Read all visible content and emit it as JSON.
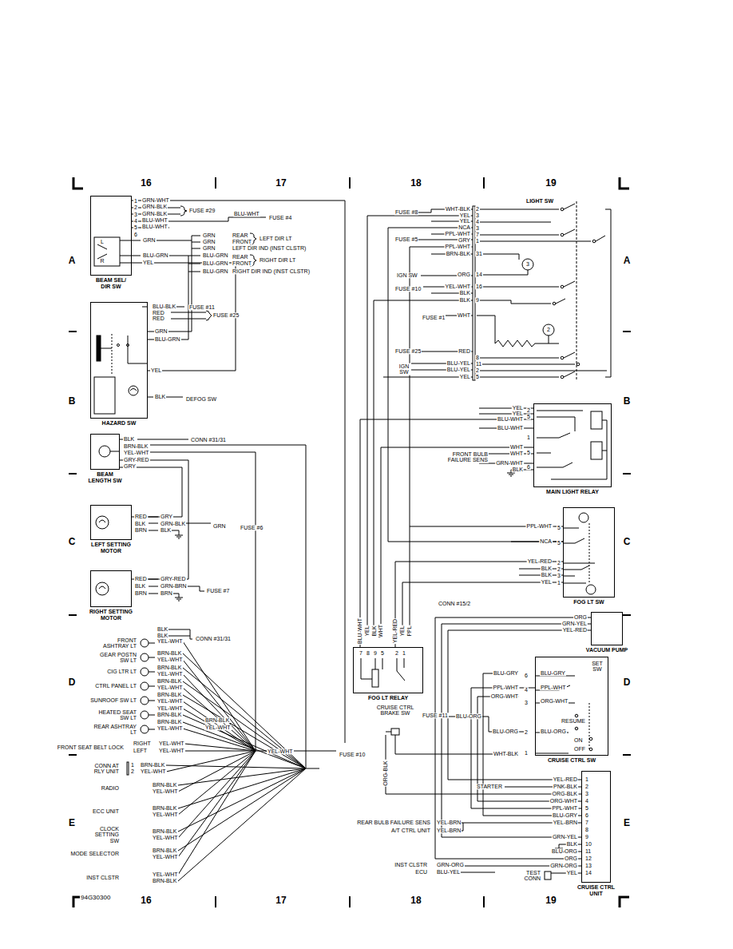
{
  "diagram": {
    "nodes": [
      {
        "text": [
          "BEAM SEL/ DIR SW"
        ]
      },
      {
        "text": [
          "HAZARD SW"
        ]
      },
      {
        "text": [
          "BEAM LENGTH SW"
        ]
      },
      {
        "text": [
          "LEFT SETTING MOTOR"
        ]
      },
      {
        "text": [
          "RIGHT SETTING MOTOR"
        ]
      },
      {
        "text": [
          "MAIN LIGHT RELAY"
        ]
      },
      {
        "text": [
          "FOG LT SW"
        ]
      },
      {
        "text": [
          "FOG LT RELAY"
        ]
      },
      {
        "text": [
          "VACUUM PUMP"
        ]
      },
      {
        "text": [
          "CRUISE CTRL SW"
        ]
      },
      {
        "text": [
          "CRUISE CTRL UNIT"
        ]
      }
    ],
    "edges": [
      {
        "from": 0,
        "to": 1,
        "arrow": "none"
      },
      {
        "from": 2,
        "to": 3,
        "arrow": "none"
      },
      {
        "from": 2,
        "to": 4,
        "arrow": "none"
      },
      {
        "from": 5,
        "to": 7,
        "arrow": "none"
      },
      {
        "from": 6,
        "to": 7,
        "arrow": "none"
      },
      {
        "from": 8,
        "to": 10,
        "arrow": "none"
      },
      {
        "from": 9,
        "to": 10,
        "arrow": "none"
      }
    ],
    "labels": [
      "16",
      "17",
      "18",
      "19",
      "16",
      "17",
      "18",
      "19",
      "94G30300",
      "A",
      "B",
      "C",
      "D",
      "E",
      "A",
      "B",
      "C",
      "D",
      "E",
      "1",
      "2",
      "3",
      "4",
      "5",
      "6",
      "GRN-WHT",
      "GRN-BLK",
      "GRN-BLK",
      "BLU-WHT",
      "BLU-WHT",
      "FUSE #29",
      "BLU-WHT",
      "FUSE #4",
      "GRN",
      "BLU-GRN",
      "YEL",
      "L",
      "R",
      "GRN",
      "GRN",
      "GRN",
      "BLU-GRN",
      "BLU-GRN",
      "BLU-GRN",
      "REAR",
      "FRONT",
      "LEFT DIR LT",
      "LEFT DIR IND (INST CLSTR)",
      "REAR",
      "FRONT",
      "RIGHT DIR LT",
      "RIGHT DIR IND (INST CLSTR)",
      "BLU-BLK",
      "RED",
      "RED",
      "FUSE #11",
      "FUSE #25",
      "GRN",
      "BLU-GRN",
      "YEL",
      "BLK",
      "DEFOG SW",
      "BLK",
      "BRN-BLK",
      "YEL-WHT",
      "GRY-RED",
      "GRY",
      "CONN #31/31",
      "RED",
      "BLK",
      "BRN",
      "GRY",
      "GRN-BLK",
      "BLK",
      "GRN",
      "FUSE #6",
      "RED",
      "BLK",
      "BRN",
      "GRY-RED",
      "GRN-BRN",
      "BRN",
      "FUSE #7",
      "FRONT ASHTRAY LT",
      "GEAR POSTN SW LT",
      "CIG LTR LT",
      "CTRL PANEL LT",
      "SUNROOF SW LT",
      "HEATED SEAT SW LT",
      "REAR ASHTRAY LT",
      "BLK",
      "BLK",
      "YEL-WHT",
      "CONN #31/31",
      "BRN-BLK",
      "YEL-WHT",
      "BRN-BLK",
      "YEL-WHT",
      "BRN-BLK",
      "YEL-WHT",
      "BRN-BLK",
      "YEL-WHT",
      "YEL-WHT",
      "BRN-BLK",
      "BRN-BLK",
      "YEL-WHT",
      "BRN-BLK",
      "YEL-WHT",
      "FRONT SEAT BELT LOCK",
      "RIGHT",
      "LEFT",
      "YEL-WHT",
      "YEL-WHT",
      "CONN AT RLY UNIT",
      "1",
      "2",
      "BRN-BLK",
      "YEL-WHT",
      "RADIO",
      "BRN-BLK",
      "YEL-WHT",
      "ECC UNIT",
      "BRN-BLK",
      "YEL-WHT",
      "CLOCK SETTING SW",
      "BRN-BLK",
      "YEL-WHT",
      "MODE SELECTOR",
      "BRN-BLK",
      "YEL-WHT",
      "INST CLSTR",
      "YEL-WHT",
      "BRN-BLK",
      "YEL-WHT",
      "FUSE #10",
      "LIGHT SW",
      "FUSE #8",
      "FUSE #5",
      "IGN SW",
      "FUSE #10",
      "FUSE #1",
      "FUSE #25",
      "IGN SW",
      "WHT-BLK",
      "YEL",
      "YEL",
      "NCA",
      "PPL-WHT",
      "GRY",
      "PPL-WHT",
      "BRN-BLK",
      "ORG",
      "YEL-WHT",
      "BLK",
      "BLK",
      "WHT",
      "RED",
      "BLU-YEL",
      "BLU-YEL",
      "YEL",
      "2",
      "3",
      "4",
      "3",
      "7",
      "1",
      "31",
      "14",
      "16",
      "9",
      "8",
      "11",
      "2",
      "5",
      "3",
      "2",
      "YEL",
      "YEL",
      "BLU-WHT",
      "BLU-WHT",
      "WHT",
      "WHT",
      "GRN-WHT",
      "BLK",
      "2",
      "5",
      "1",
      "5",
      "6",
      "FRONT BULB FAILURE SENS",
      "PPL-WHT",
      "NCA",
      "YEL-RED",
      "BLK",
      "BLK",
      "YEL",
      "5",
      "5",
      "2",
      "2",
      "3",
      "1",
      "BLU-WHT",
      "YEL",
      "BLK",
      "WHT",
      "YEL-RED",
      "YEL",
      "PPL",
      "7",
      "8",
      "9",
      "5",
      "2",
      "1",
      "CONN #15/2",
      "ORG",
      "GRN-YEL",
      "YEL-RED",
      "SET SW",
      "BLU-GRY",
      "PPL-WHT",
      "ORG-WHT",
      "RESUME",
      "BLU-ORG",
      "ON",
      "OFF",
      "6",
      "4",
      "3",
      "2",
      "1",
      "BLU-GRY",
      "PPL-WHT",
      "ORG-WHT",
      "BLU-ORG",
      "BLU-ORG",
      "WHT-BLK",
      "FUSE #11",
      "CRUISE CTRL BRAKE SW",
      "ORG-BLK",
      "1",
      "2",
      "3",
      "4",
      "5",
      "6",
      "7",
      "8",
      "9",
      "10",
      "11",
      "12",
      "13",
      "14",
      "YEL-RED",
      "PNK-BLK",
      "ORG-BLK",
      "ORG-WHT",
      "PPL-WHT",
      "BLU-GRY",
      "YEL-BRN",
      "GRN-YEL",
      "BLK",
      "BLU-ORG",
      "ORG",
      "GRN-ORG",
      "YEL",
      "STARTER",
      "REAR BULB FAILURE SENS",
      "YEL-BRN",
      "A/T CTRL UNIT",
      "YEL-BRN",
      "INST CLSTR",
      "ECU",
      "GRN-ORG",
      "BLU-YEL",
      "TEST CONN"
    ]
  }
}
